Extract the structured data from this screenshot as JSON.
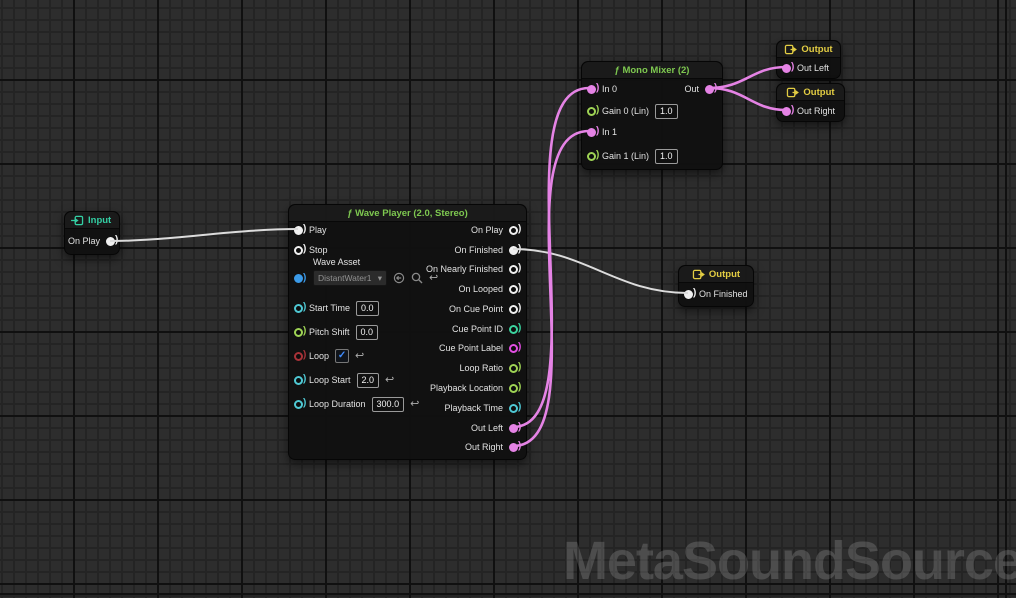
{
  "watermark": "MetaSoundSource",
  "icons": {
    "reset": "↩",
    "chevron_down": "▾",
    "check": "✓"
  },
  "colors": {
    "background": "#2d2d2d",
    "grid_major": "#101010",
    "grid_minor": "#242424",
    "node_bg": "#111111",
    "title_function": "#7ec850",
    "title_input": "#33cfa4",
    "title_output": "#e3cd43",
    "pin_trigger": "#f0f0f0",
    "pin_audio": "#e583e5",
    "pin_float": "#9fd455",
    "pin_time": "#4fc9d4",
    "pin_int": "#3cd49f",
    "pin_string": "#e44fe4",
    "pin_bool": "#a83238",
    "pin_object": "#3b9ae8",
    "wire_trigger": "#dcdcdc",
    "wire_audio": "#e583e5"
  },
  "input_node": {
    "title": "Input",
    "pin_label": "On Play"
  },
  "wave_player": {
    "title": "ƒ Wave Player (2.0, Stereo)",
    "play_label": "Play",
    "stop_label": "Stop",
    "wave_asset_label": "Wave Asset",
    "wave_asset_value": "DistantWater1",
    "start_time_label": "Start Time",
    "start_time_value": "0.0",
    "pitch_shift_label": "Pitch Shift",
    "pitch_shift_value": "0.0",
    "loop_label": "Loop",
    "loop_start_label": "Loop Start",
    "loop_start_value": "2.0",
    "loop_duration_label": "Loop Duration",
    "loop_duration_value": "300.0",
    "outputs": [
      {
        "label": "On Play"
      },
      {
        "label": "On Finished"
      },
      {
        "label": "On Nearly Finished"
      },
      {
        "label": "On Looped"
      },
      {
        "label": "On Cue Point"
      },
      {
        "label": "Cue Point ID"
      },
      {
        "label": "Cue Point Label"
      },
      {
        "label": "Loop Ratio"
      },
      {
        "label": "Playback Location"
      },
      {
        "label": "Playback Time"
      },
      {
        "label": "Out Left"
      },
      {
        "label": "Out Right"
      }
    ]
  },
  "mono_mixer": {
    "title": "ƒ Mono Mixer (2)",
    "in0_label": "In 0",
    "gain0_label": "Gain 0 (Lin)",
    "gain0_value": "1.0",
    "in1_label": "In 1",
    "gain1_label": "Gain 1 (Lin)",
    "gain1_value": "1.0",
    "out_label": "Out"
  },
  "output_left_node": {
    "title": "Output",
    "pin_label": "Out Left"
  },
  "output_right_node": {
    "title": "Output",
    "pin_label": "Out Right"
  },
  "output_finished_node": {
    "title": "Output",
    "pin_label": "On Finished"
  }
}
